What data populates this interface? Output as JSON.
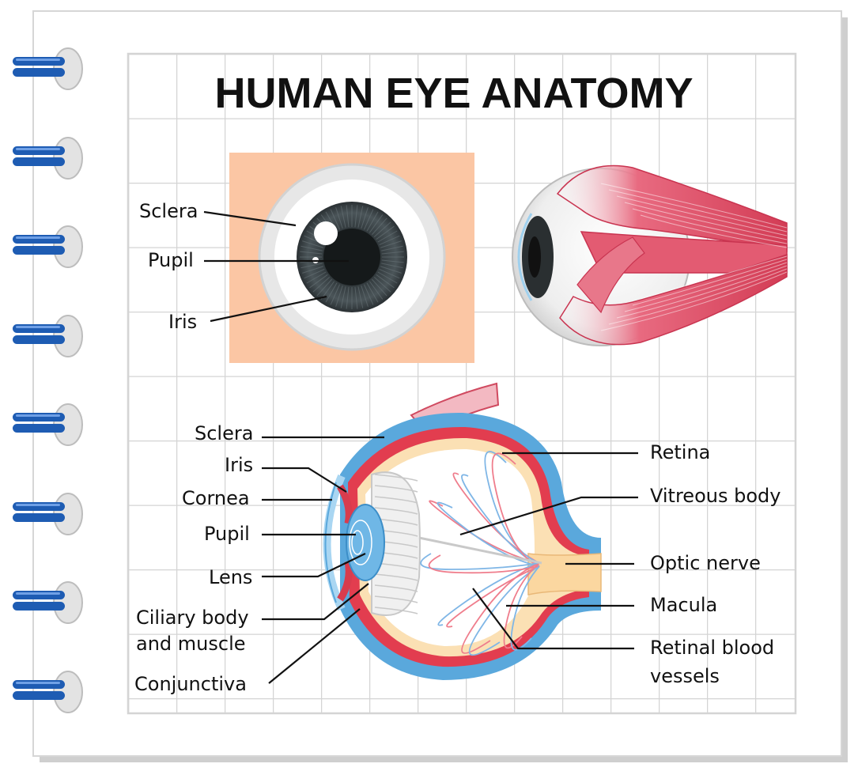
{
  "title": "HUMAN EYE ANATOMY",
  "front_view": {
    "labels": {
      "sclera": "Sclera",
      "pupil": "Pupil",
      "iris": "Iris"
    }
  },
  "cross_section": {
    "left_labels": {
      "sclera": "Sclera",
      "iris": "Iris",
      "cornea": "Cornea",
      "pupil": "Pupil",
      "lens": "Lens",
      "ciliary_line1": "Ciliary body",
      "ciliary_line2": "and muscle",
      "conjunctiva": "Conjunctiva"
    },
    "right_labels": {
      "retina": "Retina",
      "vitreous": "Vitreous body",
      "optic_nerve": "Optic nerve",
      "macula": "Macula",
      "vessels_line1": "Retinal blood",
      "vessels_line2": "vessels"
    }
  },
  "colors": {
    "skin": "#fbc6a4",
    "sclera_blue": "#5aa8dc",
    "muscle_red": "#d9485f",
    "choroid": "#e23d4f",
    "retina_tan": "#fbe0b4",
    "binder_ring": "#1e5cb3"
  }
}
